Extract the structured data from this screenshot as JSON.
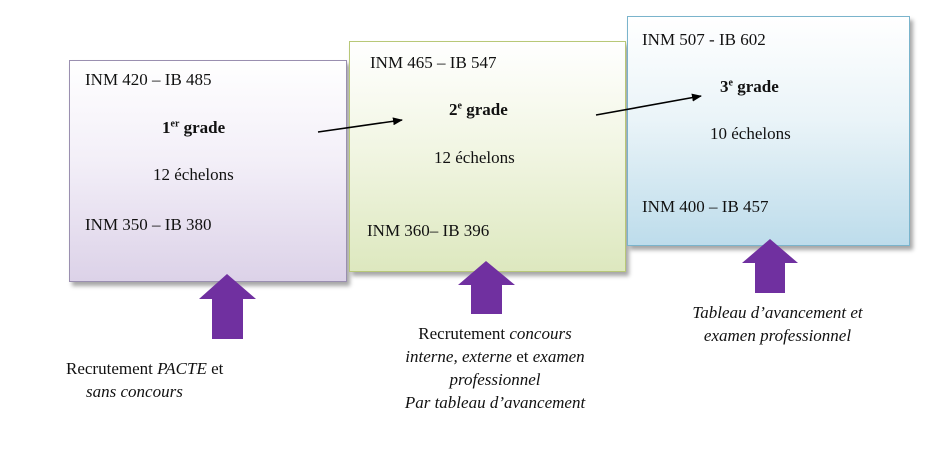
{
  "grades": [
    {
      "top_index": "INM 420 – IB 485",
      "grade_num": "1",
      "grade_sup": "er",
      "grade_word": " grade",
      "echelons": "12 échelons",
      "bottom_index": "INM 350 – IB 380"
    },
    {
      "top_index": "INM 465 – IB 547",
      "grade_num": "2",
      "grade_sup": "e",
      "grade_word": " grade",
      "echelons": "12 échelons",
      "bottom_index": "INM 360– IB 396"
    },
    {
      "top_index": "INM 507 - IB 602",
      "grade_num": "3",
      "grade_sup": "e",
      "grade_word": " grade",
      "echelons": "10 échelons",
      "bottom_index": "INM 400 – IB 457"
    }
  ],
  "captions": {
    "c1": {
      "prefix": "Recrutement ",
      "italic1": "PACTE",
      "mid": " et",
      "line2": "sans concours"
    },
    "c2": {
      "prefix": "Recrutement ",
      "italic1": "concours",
      "line2": "interne, externe",
      "line2b": " et ",
      "line2c": "examen",
      "line3": "professionnel",
      "line4": "Par tableau d’avancement"
    },
    "c3": {
      "line1": "Tableau d’avancement et",
      "line2": "examen professionnel"
    }
  },
  "colors": {
    "up_arrow": "#7030a0",
    "connector": "#000000"
  }
}
